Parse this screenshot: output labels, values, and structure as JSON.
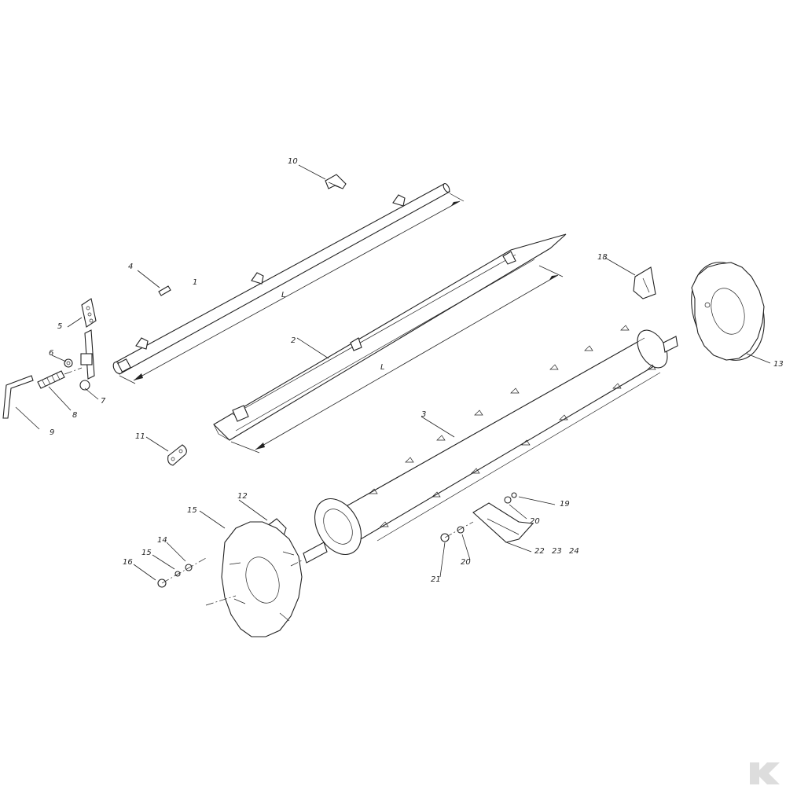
{
  "callouts": {
    "c1": "1",
    "c2": "2",
    "c3": "3",
    "c4": "4",
    "c5": "5",
    "c6": "6",
    "c7": "7",
    "c8": "8",
    "c9": "9",
    "c10": "10",
    "c11": "11",
    "c12": "12",
    "c13": "13",
    "c14": "14",
    "c15a": "15",
    "c15b": "15",
    "c16": "16",
    "c18": "18",
    "c19": "19",
    "c20a": "20",
    "c20b": "20",
    "c21": "21",
    "c22": "22",
    "c23": "23",
    "c24": "24"
  },
  "dimensions": {
    "length_1": "L",
    "length_2": "L"
  },
  "colors": {
    "line": "#222222",
    "background": "#ffffff",
    "logo": "#dddddd"
  },
  "logo": {
    "icon": "k-logo-icon"
  }
}
